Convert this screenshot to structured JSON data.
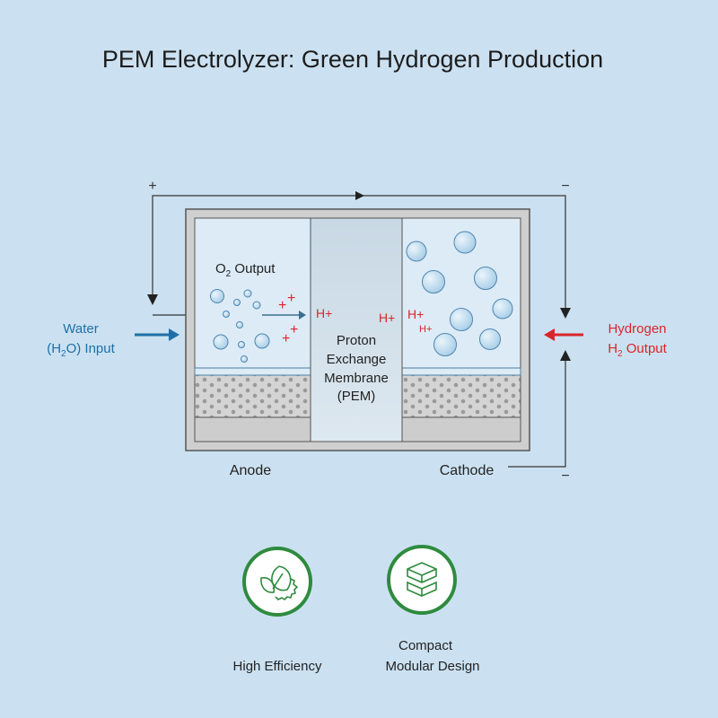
{
  "title": "PEM Electrolyzer: Green Hydrogen Production",
  "terminals": {
    "positive": "+",
    "negative_top": "−",
    "negative_bottom": "−"
  },
  "inputs": {
    "water_line1": "Water",
    "water_line2_pre": "(H",
    "water_line2_sub": "2",
    "water_line2_post": "O) Input",
    "hydrogen_line1": "Hydrogen",
    "hydrogen_line2_pre": "H",
    "hydrogen_line2_sub": "2",
    "hydrogen_line2_post": " Output"
  },
  "anode_chamber": {
    "o2_pre": "O",
    "o2_sub": "2",
    "o2_post": " Output",
    "plus": "+"
  },
  "membrane": {
    "line1": "Proton",
    "line2": "Exchange",
    "line3": "Membrane",
    "line4": "(PEM)",
    "ion": "H+"
  },
  "labels": {
    "anode": "Anode",
    "cathode": "Cathode"
  },
  "features": [
    {
      "label": "High Efficiency",
      "icon": "leaf-gear-icon"
    },
    {
      "label_line1": "Compact",
      "label_line2": "Modular Design",
      "icon": "stacked-blocks-icon"
    }
  ],
  "colors": {
    "background": "#cbe1f1",
    "water": "#1f6fa8",
    "hydrogen": "#d9262b",
    "ion": "#d9262b",
    "feature": "#2e8b3e"
  }
}
